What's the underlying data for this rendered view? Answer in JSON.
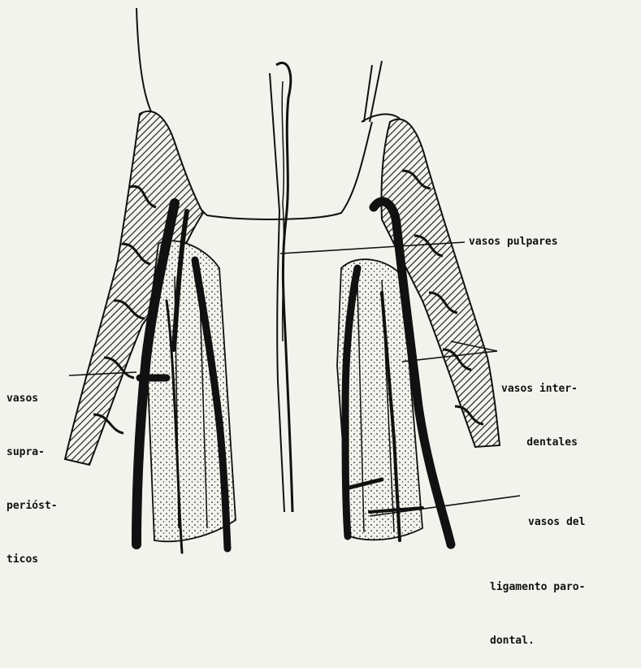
{
  "labels": {
    "vasos_pulpares": "vasos pulpares",
    "vasos_supraperiosticos": [
      "vasos",
      "supra-",
      "perióst-",
      "ticos"
    ],
    "vasos_interdentales": [
      "vasos inter-",
      "dentales"
    ],
    "vasos_del_ligamento": [
      "vasos del",
      "ligamento paro-",
      "dontal."
    ]
  },
  "colors": {
    "ink": "#111111",
    "paper": "#f3f3ee"
  }
}
